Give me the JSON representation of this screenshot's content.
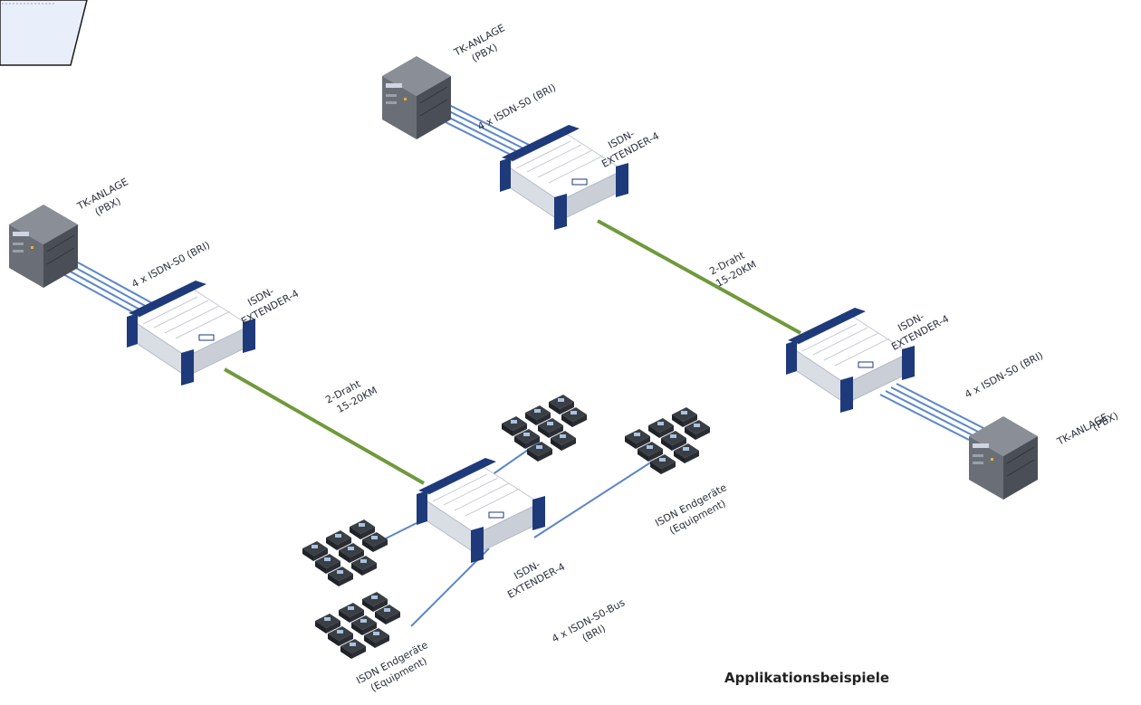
{
  "colors": {
    "copper_line": "#5b86c9",
    "fiber_line": "#6f9a3c",
    "device_frame": "#1e3a7a",
    "device_body": "#eef0f3",
    "pbx_body": "#555a62",
    "phone_body": "#2a2d33"
  },
  "pbx_label": [
    "TK-ANLAGE",
    "(PBX)"
  ],
  "isdn_so_bri": "4 x ISDN-S0 (BRI)",
  "extender_label": [
    "ISDN-",
    "EXTENDER-4"
  ],
  "twowire_label": [
    "2-Draht",
    "15-20KM"
  ],
  "endgeraete_label": [
    "ISDN Endgeräte",
    "(Equipment)"
  ],
  "bus_label": [
    "4 x ISDN-S0-Bus",
    "(BRI)"
  ],
  "caption": "Applikationsbeispiele"
}
